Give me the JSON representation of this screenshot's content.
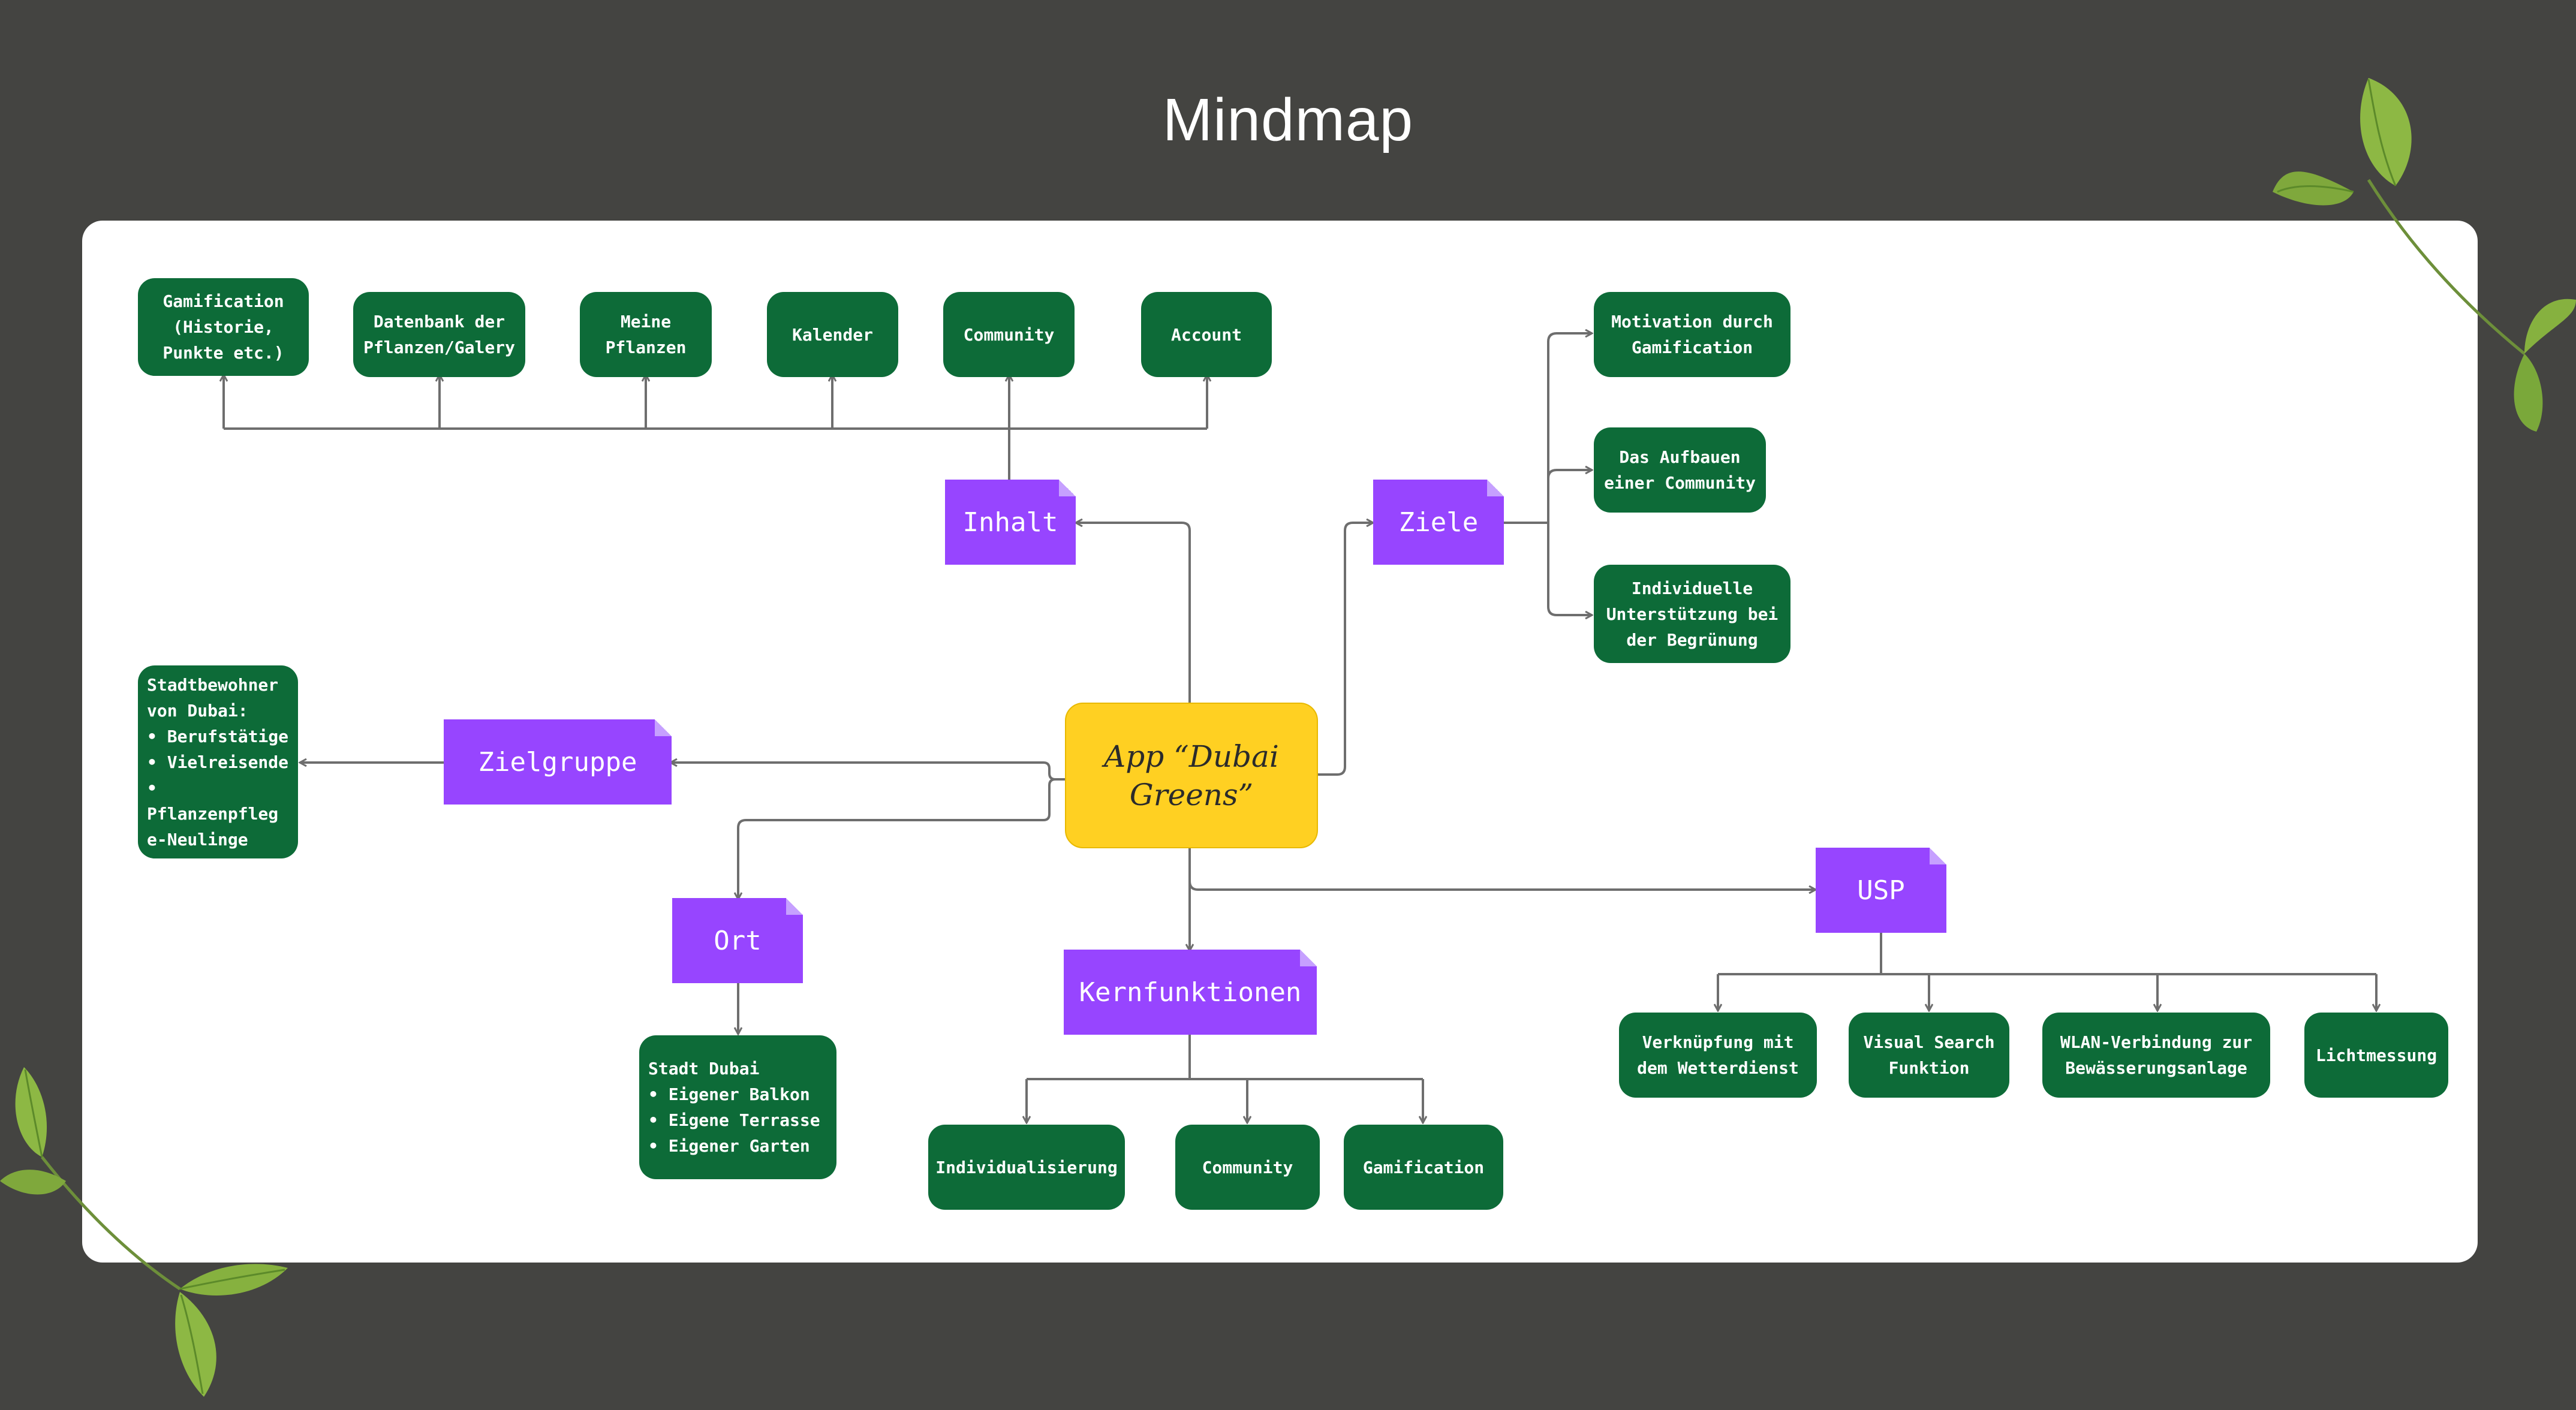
{
  "title": "Mindmap",
  "center": "App “Dubai\nGreens”",
  "categories": {
    "inhalt": "Inhalt",
    "ziele": "Ziele",
    "zielgruppe": "Zielgruppe",
    "ort": "Ort",
    "kernfunktionen": "Kernfunktionen",
    "usp": "USP"
  },
  "inhalt_items": [
    "Gamification\n(Historie,\nPunkte etc.)",
    "Datenbank der\nPflanzen/Galery",
    "Meine\nPflanzen",
    "Kalender",
    "Community",
    "Account"
  ],
  "ziele_items": [
    "Motivation durch\nGamification",
    "Das Aufbauen\neiner Community",
    "Individuelle\nUnterstützung bei\nder Begrünung"
  ],
  "zielgruppe_item": "Stadtbewohner\nvon Dubai:\n • Berufstätige\n • Vielreisende\n • Pflanzenpfleg\n   e-Neulinge",
  "ort_item": "Stadt Dubai\n • Eigener Balkon\n • Eigene Terrasse\n • Eigener Garten",
  "kernfunktionen_items": [
    "Individualisierung",
    "Community",
    "Gamification"
  ],
  "usp_items": [
    "Verknüpfung mit\ndem Wetterdienst",
    "Visual Search\nFunktion",
    "WLAN-Verbindung zur\nBewässerungsanlage",
    "Lichtmessung"
  ],
  "colors": {
    "background": "#444441",
    "board": "#ffffff",
    "leaf_node": "#0d6b38",
    "category_sticky": "#9745ff",
    "center_node": "#ffd022",
    "connector": "#6e6e6e"
  },
  "icons": [
    "leaf-icon",
    "sticky-fold-icon",
    "arrow-head-icon"
  ]
}
